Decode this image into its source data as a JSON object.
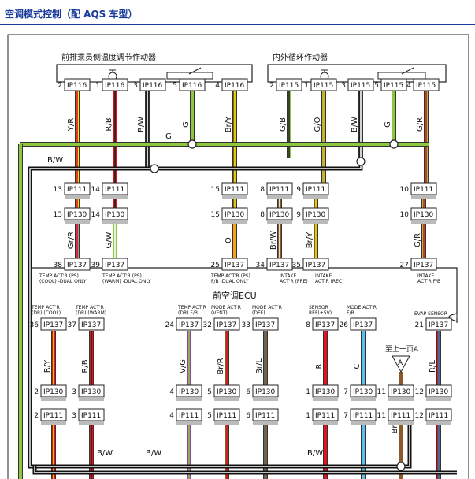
{
  "title": "空调模式控制（配 AQS 车型）",
  "actuators": [
    {
      "id": "pass",
      "label": "前排乘员侧温度调节作动器"
    },
    {
      "id": "recirc",
      "label": "内外循环作动器"
    }
  ],
  "connectors": [
    {
      "id": "a1",
      "pin": "2",
      "conn": "IP116"
    },
    {
      "id": "a2",
      "pin": "1",
      "conn": "IP116"
    },
    {
      "id": "a3",
      "pin": "3",
      "conn": "IP116"
    },
    {
      "id": "a4",
      "pin": "5",
      "conn": "IP116"
    },
    {
      "id": "a5",
      "pin": "4",
      "conn": "IP116"
    },
    {
      "id": "b1",
      "pin": "2",
      "conn": "IP115"
    },
    {
      "id": "b2",
      "pin": "1",
      "conn": "IP115"
    },
    {
      "id": "b3",
      "pin": "3",
      "conn": "IP115"
    },
    {
      "id": "b4",
      "pin": "5",
      "conn": "IP115"
    },
    {
      "id": "b5",
      "pin": "4",
      "conn": "IP115"
    },
    {
      "id": "c1",
      "pin": "13",
      "conn": "IP111"
    },
    {
      "id": "c2",
      "pin": "14",
      "conn": "IP111"
    },
    {
      "id": "c3",
      "pin": "15",
      "conn": "IP111"
    },
    {
      "id": "c4",
      "pin": "8",
      "conn": "IP111"
    },
    {
      "id": "c5",
      "pin": "9",
      "conn": "IP111"
    },
    {
      "id": "c6",
      "pin": "10",
      "conn": "IP111"
    },
    {
      "id": "d1",
      "pin": "13",
      "conn": "IP130"
    },
    {
      "id": "d2",
      "pin": "14",
      "conn": "IP130"
    },
    {
      "id": "d3",
      "pin": "15",
      "conn": "IP130"
    },
    {
      "id": "d4",
      "pin": "8",
      "conn": "IP130"
    },
    {
      "id": "d5",
      "pin": "9",
      "conn": "IP130"
    },
    {
      "id": "d6",
      "pin": "10",
      "conn": "IP130"
    },
    {
      "id": "e1",
      "pin": "38",
      "conn": "IP137"
    },
    {
      "id": "e2",
      "pin": "39",
      "conn": "IP137"
    },
    {
      "id": "e3",
      "pin": "25",
      "conn": "IP137"
    },
    {
      "id": "e4",
      "pin": "34",
      "conn": "IP137"
    },
    {
      "id": "e5",
      "pin": "35",
      "conn": "IP137"
    },
    {
      "id": "e6",
      "pin": "27",
      "conn": "IP137"
    },
    {
      "id": "f1",
      "pin": "36",
      "conn": "IP137"
    },
    {
      "id": "f2",
      "pin": "37",
      "conn": "IP137"
    },
    {
      "id": "f3",
      "pin": "24",
      "conn": "IP137"
    },
    {
      "id": "f4",
      "pin": "32",
      "conn": "IP137"
    },
    {
      "id": "f5",
      "pin": "33",
      "conn": "IP137"
    },
    {
      "id": "f6",
      "pin": "8",
      "conn": "IP137"
    },
    {
      "id": "f7",
      "pin": "26",
      "conn": "IP137"
    },
    {
      "id": "f8",
      "pin": "21",
      "conn": "IP137"
    },
    {
      "id": "g1",
      "pin": "2",
      "conn": "IP130"
    },
    {
      "id": "g2",
      "pin": "3",
      "conn": "IP130"
    },
    {
      "id": "g3",
      "pin": "4",
      "conn": "IP130"
    },
    {
      "id": "g4",
      "pin": "5",
      "conn": "IP130"
    },
    {
      "id": "g5",
      "pin": "6",
      "conn": "IP130"
    },
    {
      "id": "g6",
      "pin": "1",
      "conn": "IP130"
    },
    {
      "id": "g7",
      "pin": "7",
      "conn": "IP130"
    },
    {
      "id": "g8",
      "pin": "11",
      "conn": "IP130"
    },
    {
      "id": "g9",
      "pin": "12",
      "conn": "IP130"
    },
    {
      "id": "h1",
      "pin": "2",
      "conn": "IP111"
    },
    {
      "id": "h2",
      "pin": "3",
      "conn": "IP111"
    },
    {
      "id": "h3",
      "pin": "4",
      "conn": "IP111"
    },
    {
      "id": "h4",
      "pin": "5",
      "conn": "IP111"
    },
    {
      "id": "h5",
      "pin": "6",
      "conn": "IP111"
    },
    {
      "id": "h6",
      "pin": "1",
      "conn": "IP111"
    },
    {
      "id": "h7",
      "pin": "7",
      "conn": "IP111"
    },
    {
      "id": "h8",
      "pin": "11",
      "conn": "IP111"
    },
    {
      "id": "h9",
      "pin": "12",
      "conn": "IP111"
    }
  ],
  "wires": [
    {
      "id": "w1",
      "color": "Y/R"
    },
    {
      "id": "w2",
      "color": "R/B"
    },
    {
      "id": "w3",
      "color": "B/W"
    },
    {
      "id": "w4",
      "color": "G"
    },
    {
      "id": "w5",
      "color": "Br/Y"
    },
    {
      "id": "w6",
      "color": "G/B"
    },
    {
      "id": "w7",
      "color": "G/O"
    },
    {
      "id": "w8",
      "color": "B/W"
    },
    {
      "id": "w9",
      "color": "G"
    },
    {
      "id": "w10",
      "color": "G/R"
    },
    {
      "id": "w11",
      "color": "Gr/R"
    },
    {
      "id": "w12",
      "color": "G/W"
    },
    {
      "id": "w13",
      "color": "O"
    },
    {
      "id": "w14",
      "color": "Br/W"
    },
    {
      "id": "w15",
      "color": "Br/Y"
    },
    {
      "id": "w16",
      "color": "G/R"
    },
    {
      "id": "w17",
      "color": "R/Y"
    },
    {
      "id": "w18",
      "color": "R/B"
    },
    {
      "id": "w19",
      "color": "V/G"
    },
    {
      "id": "w20",
      "color": "Br/R"
    },
    {
      "id": "w21",
      "color": "Br/L"
    },
    {
      "id": "w22",
      "color": "R"
    },
    {
      "id": "w23",
      "color": "C"
    },
    {
      "id": "w24",
      "color": "Br"
    },
    {
      "id": "w25",
      "color": "R/L"
    },
    {
      "id": "w26",
      "color": "G"
    },
    {
      "id": "w27",
      "color": "B/W"
    },
    {
      "id": "w28",
      "color": "B/W"
    },
    {
      "id": "w29",
      "color": "B/W"
    },
    {
      "id": "w30",
      "color": "B/W"
    },
    {
      "id": "w31",
      "color": "B/W"
    }
  ],
  "ecu": {
    "name": "前空调ECU",
    "top_labels": [
      {
        "id": "t1",
        "lines": [
          "TEMP ACT'R (PS)",
          "(COOL) -DUAL ONLY"
        ]
      },
      {
        "id": "t2",
        "lines": [
          "TEMP ACT'R (PS)",
          "(WARM) -DUAL ONLY"
        ]
      },
      {
        "id": "t3",
        "lines": [
          "TEMP ACT'R (PS)",
          "F/B -DUAL ONLY"
        ]
      },
      {
        "id": "t4",
        "lines": [
          "INTAKE",
          "ACT'R (FRE)"
        ]
      },
      {
        "id": "t5",
        "lines": [
          "INTAKE",
          "ACT'R (REC)"
        ]
      },
      {
        "id": "t6",
        "lines": [
          "INTAKE",
          "ACT'R F/B"
        ]
      }
    ],
    "bottom_labels": [
      {
        "id": "u1",
        "lines": [
          "TEMP ACT'R",
          "(DR) (COOL)"
        ]
      },
      {
        "id": "u2",
        "lines": [
          "TEMP ACT'R",
          "(DR) (WARM)"
        ]
      },
      {
        "id": "u3",
        "lines": [
          "TEMP ACT'R",
          "(DR) F/B"
        ]
      },
      {
        "id": "u4",
        "lines": [
          "MODE ACT'R",
          "(VENT)"
        ]
      },
      {
        "id": "u5",
        "lines": [
          "MODE ACT'R",
          "(DEF)"
        ]
      },
      {
        "id": "u6",
        "lines": [
          "SENSOR",
          "REF(+5V)"
        ]
      },
      {
        "id": "u7",
        "lines": [
          "MODE ACT'R",
          "F/B"
        ]
      },
      {
        "id": "u8",
        "lines": [
          "EVAP SENSOR"
        ]
      }
    ]
  },
  "ref_label": "至上一页A",
  "ref_marker": "A",
  "colors": {
    "title": "#1a3c9a",
    "Y": "#f2e600",
    "R": "#e0141e",
    "G": "#8dc63f",
    "B": "#222222",
    "Br": "#8b5a2b",
    "O": "#f7a21b",
    "Gr": "#999999",
    "V": "#8e44ad",
    "L": "#2a7ab0",
    "C": "#5bc0eb",
    "W": "#ffffff"
  }
}
